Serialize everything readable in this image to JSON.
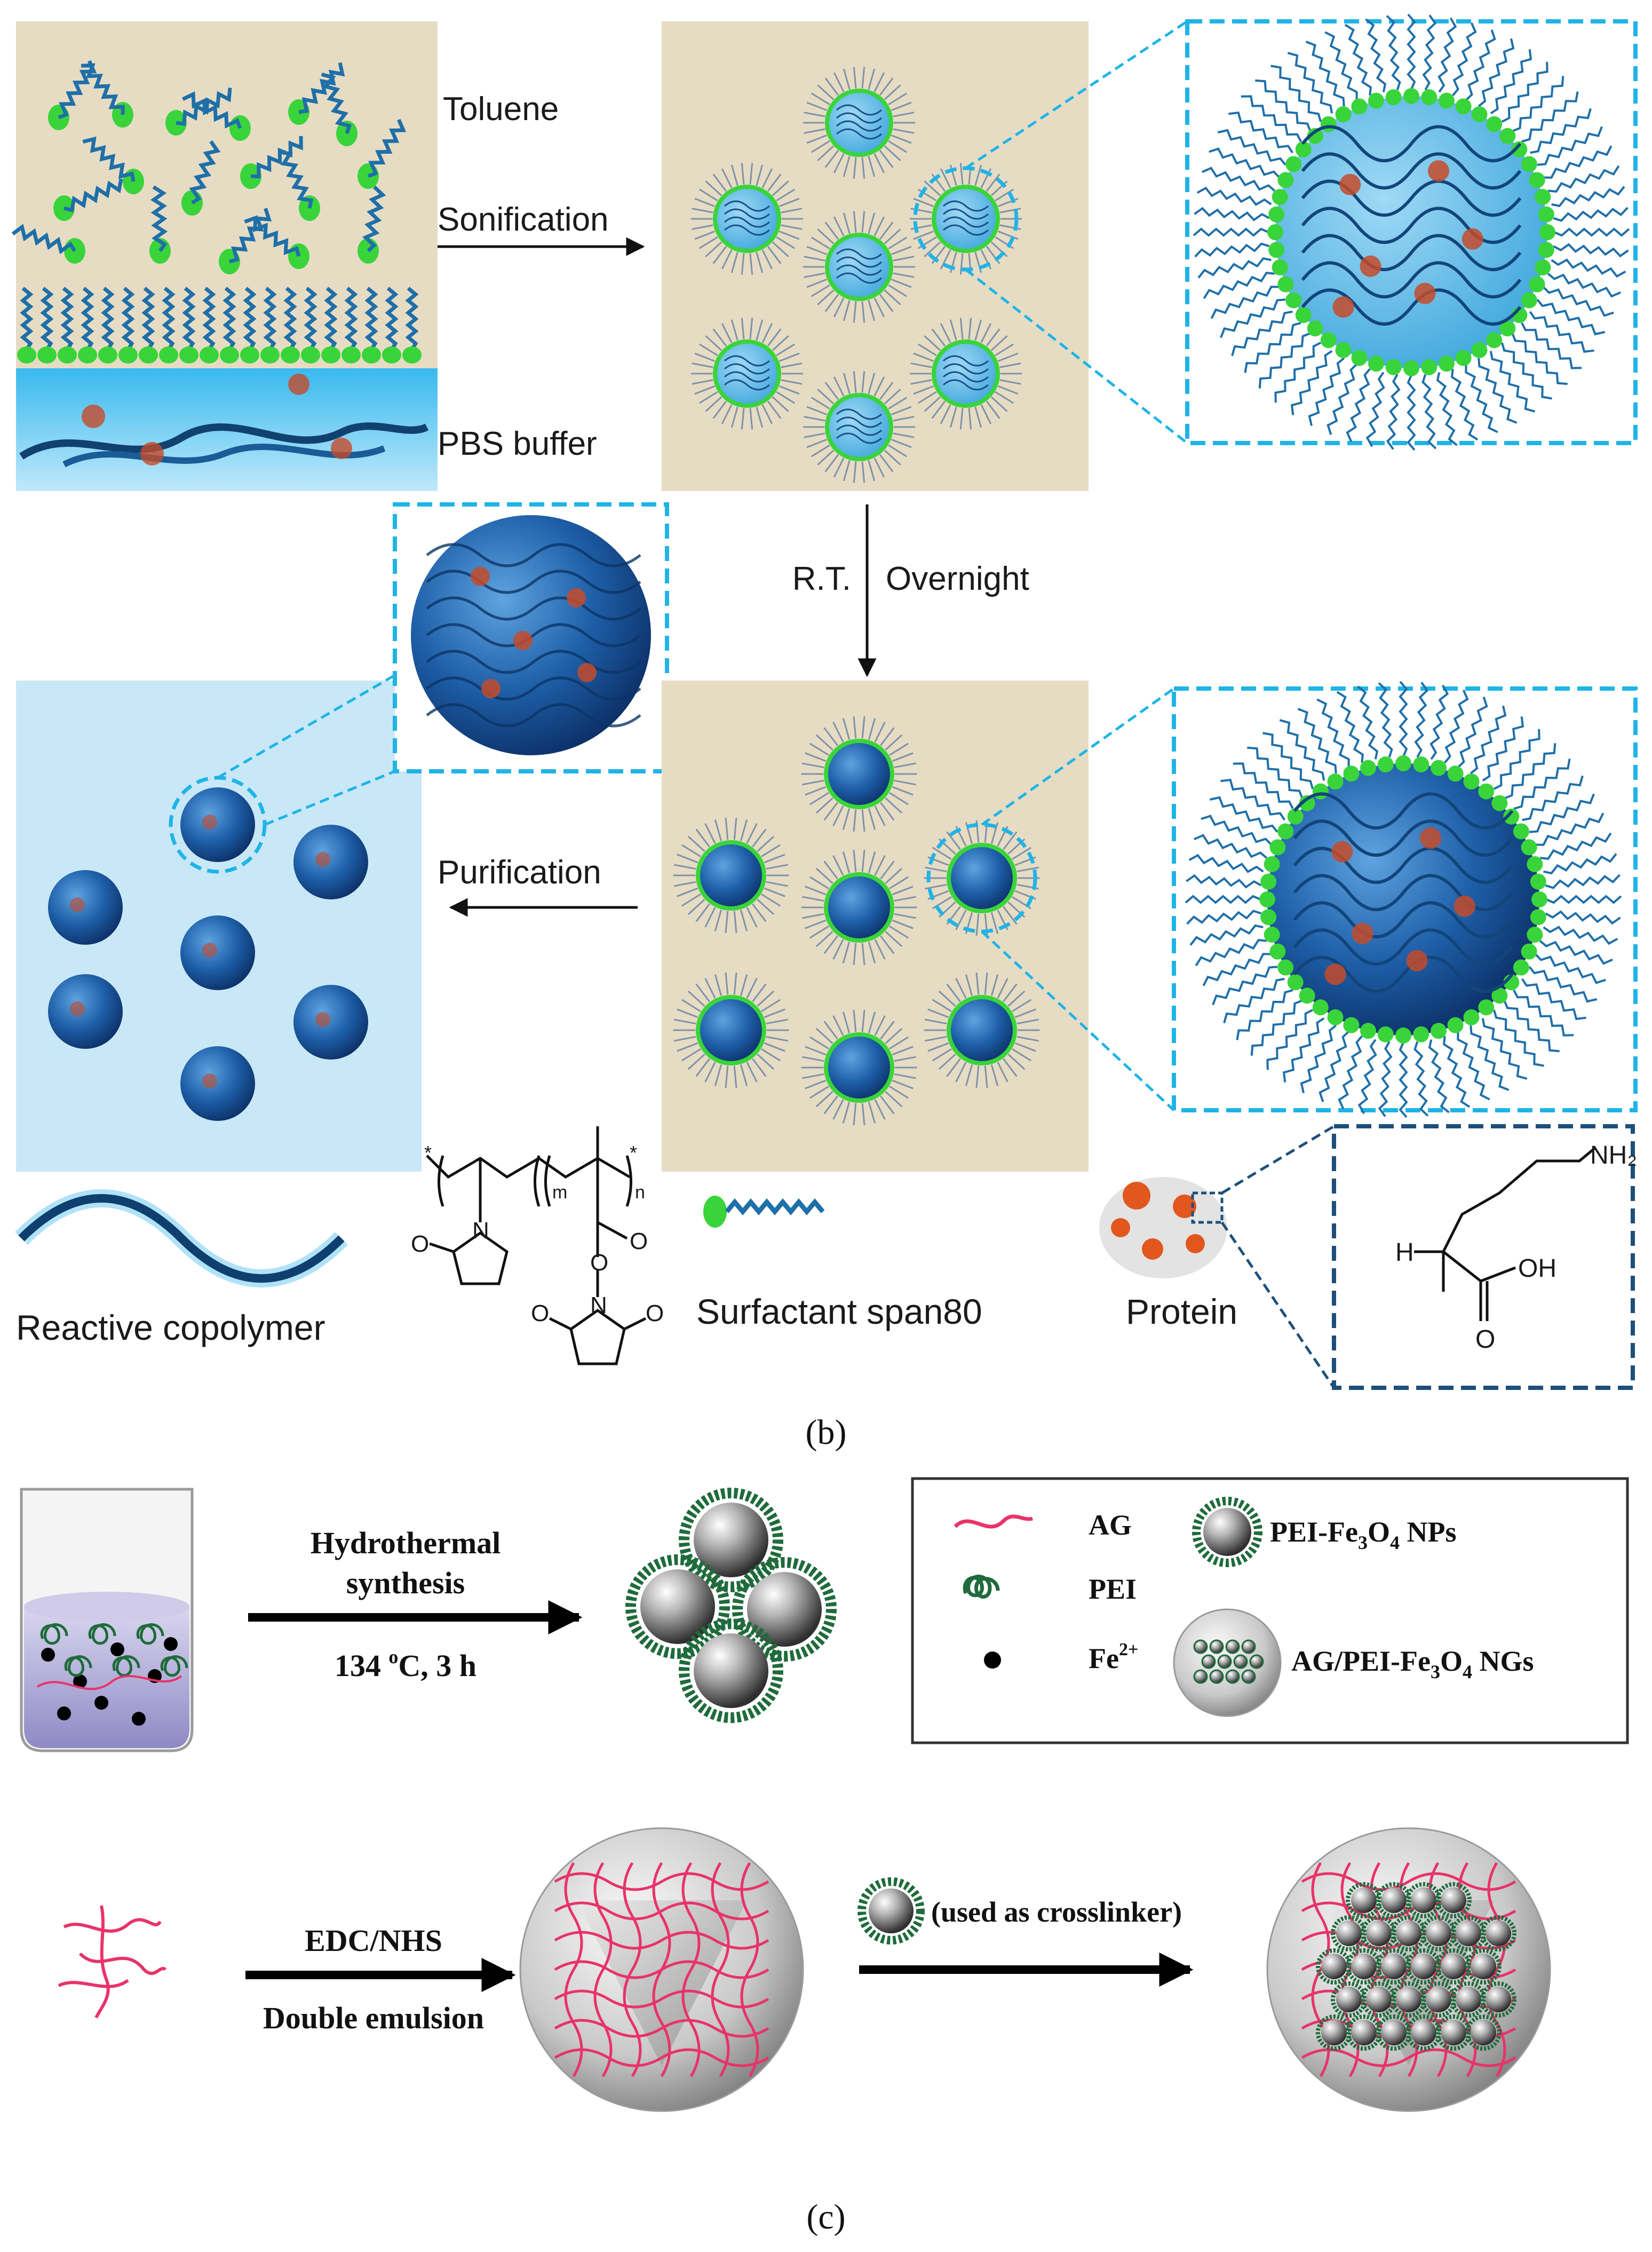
{
  "panel_b": {
    "labels": {
      "toluene": "Toluene",
      "sonification": "Sonification",
      "pbs_buffer": "PBS buffer",
      "rt": "R.T.",
      "overnight": "Overnight",
      "purification": "Purification",
      "reactive_copolymer": "Reactive copolymer",
      "surfactant": "Surfactant span80",
      "protein": "Protein",
      "nh2": "NH₂",
      "h": "H",
      "oh": "OH",
      "o_acid": "O",
      "n_pyrrolidone": "N",
      "o_pyrrolidone": "O",
      "o_ester": "O",
      "o_ester_link": "O",
      "n_nhs": "N",
      "o_nhs_left": "O",
      "o_nhs_right": "O",
      "sub_m": "m",
      "sub_n": "n",
      "star_left": "*",
      "star_right": "*"
    },
    "caption": "(b)",
    "colors": {
      "toluene_bg": "#e6dcc4",
      "pbs_bg": "#a8ddf3",
      "purified_bg": "#c9e8f7",
      "surfactant_head": "#39d43a",
      "surfactant_tail": "#1f6fa8",
      "dashed_cyan": "#1fb4e6",
      "dashed_navy": "#1d4f7a",
      "gel_blue": "#1b5ea8"
    }
  },
  "panel_c": {
    "labels": {
      "hydrothermal": "Hydrothermal",
      "synthesis": "synthesis",
      "condition": "134 °C, 3 h",
      "condition_pre": "134 ",
      "condition_deg": "o",
      "condition_post": "C, 3 h",
      "edc": "EDC/NHS",
      "double_emulsion": "Double emulsion",
      "crosslinker": "(used as crosslinker)"
    },
    "legend": {
      "ag": "AG",
      "pei": "PEI",
      "fe_pre": "Fe",
      "fe_sup": "2+",
      "np_pre": "PEI-Fe",
      "np_sub1": "3",
      "np_mid": "O",
      "np_sub2": "4",
      "np_post": " NPs",
      "ng_pre": "AG/PEI-Fe",
      "ng_sub1": "3",
      "ng_mid": "O",
      "ng_sub2": "4",
      "ng_post": " NGs"
    },
    "caption": "(c)",
    "colors": {
      "ag_line": "#e8336a",
      "pei_line": "#1f6b3c",
      "beaker_liquid": "#b7b3da"
    }
  }
}
